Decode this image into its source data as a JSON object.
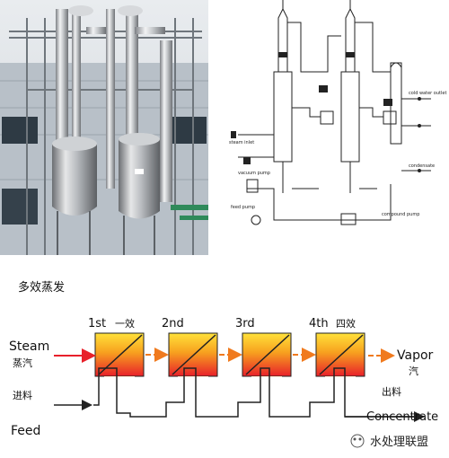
{
  "photo": {
    "alt": ""
  },
  "schematic": {
    "labels": {
      "steam": "steam inlet",
      "vacuum": "vacuum pump",
      "feed": "feed pump",
      "water": "cold water outlet",
      "condensate": "condensate",
      "product": "compound pump"
    }
  },
  "diagram": {
    "title": "多效蒸发",
    "effects": [
      {
        "label": "1st",
        "cn": "一效"
      },
      {
        "label": "2nd",
        "cn": ""
      },
      {
        "label": "3rd",
        "cn": ""
      },
      {
        "label": "4th",
        "cn": "四效"
      }
    ],
    "steam": {
      "en": "Steam",
      "cn": "蒸汽"
    },
    "vapor": {
      "en": "Vapor",
      "cn": "汽"
    },
    "feed": {
      "en": "Feed",
      "cn": "进料"
    },
    "concentrate": {
      "en": "Concentrate",
      "cn": "出料"
    },
    "watermark": "水处理联盟",
    "colors": {
      "arrow_red": "#e8202a",
      "arrow_orange": "#f07a1e",
      "grad_top": "#ffe23a",
      "grad_bottom": "#e8202a",
      "line": "#222222"
    }
  }
}
